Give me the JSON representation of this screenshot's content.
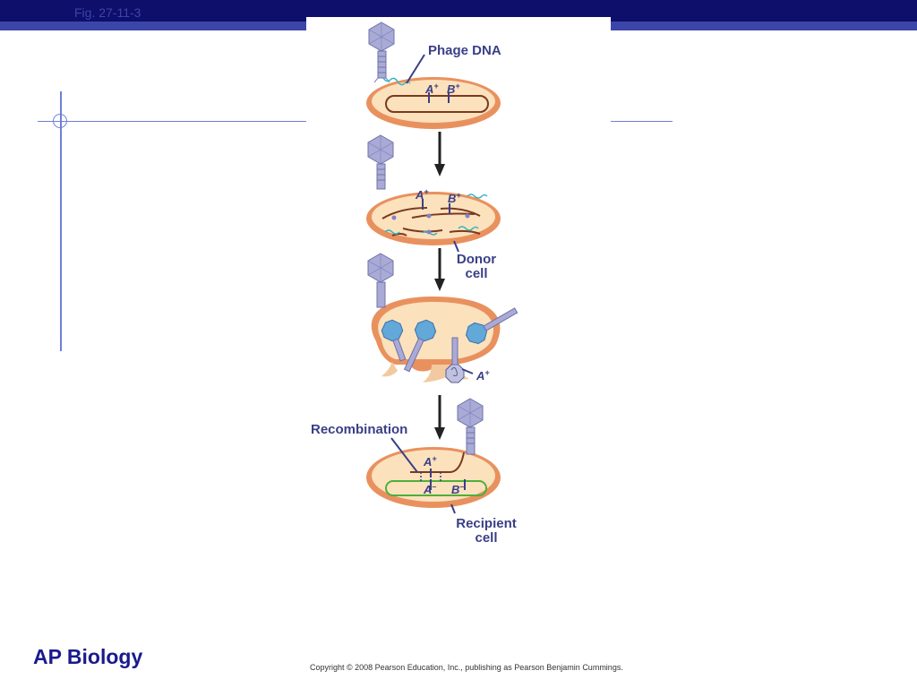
{
  "slide": {
    "fig_label": "Fig. 27-11-3",
    "footer_title": "AP Biology",
    "copyright": "Copyright © 2008 Pearson Education, Inc., publishing as Pearson Benjamin Cummings."
  },
  "diagram": {
    "labels": {
      "phage_dna": "Phage DNA",
      "donor_cell_line1": "Donor",
      "donor_cell_line2": "cell",
      "recombination": "Recombination",
      "recipient_cell_line1": "Recipient",
      "recipient_cell_line2": "cell"
    },
    "alleles": {
      "a_plus": "A",
      "b_plus": "B",
      "a_minus": "A",
      "b_minus": "B",
      "plus": "+",
      "minus": "–"
    },
    "colors": {
      "cell_wall": "#e9915e",
      "cytoplasm": "#fce1bd",
      "chromosome": "#7a3a1e",
      "phage_dna": "#35b5c0",
      "phage": "#a9abd6",
      "recipient_chromosome": "#4caf3c",
      "label_text": "#3a3f86"
    }
  }
}
